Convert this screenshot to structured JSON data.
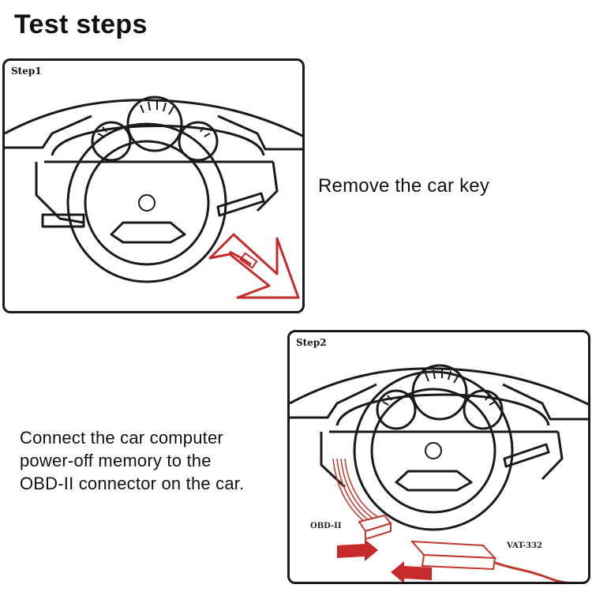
{
  "title": "Test steps",
  "step1": {
    "label": "Step1",
    "caption": "Remove the car key"
  },
  "step2": {
    "label": "Step2",
    "caption_lines": [
      "Connect the car computer",
      "power-off memory to the",
      "OBD-II connector on the car."
    ],
    "obd_tag": "OBD-II",
    "device_tag": "VAT-332"
  },
  "colors": {
    "arrow": "#c62a2a",
    "outline": "#1a1a1a",
    "cable": "#c0392b"
  }
}
